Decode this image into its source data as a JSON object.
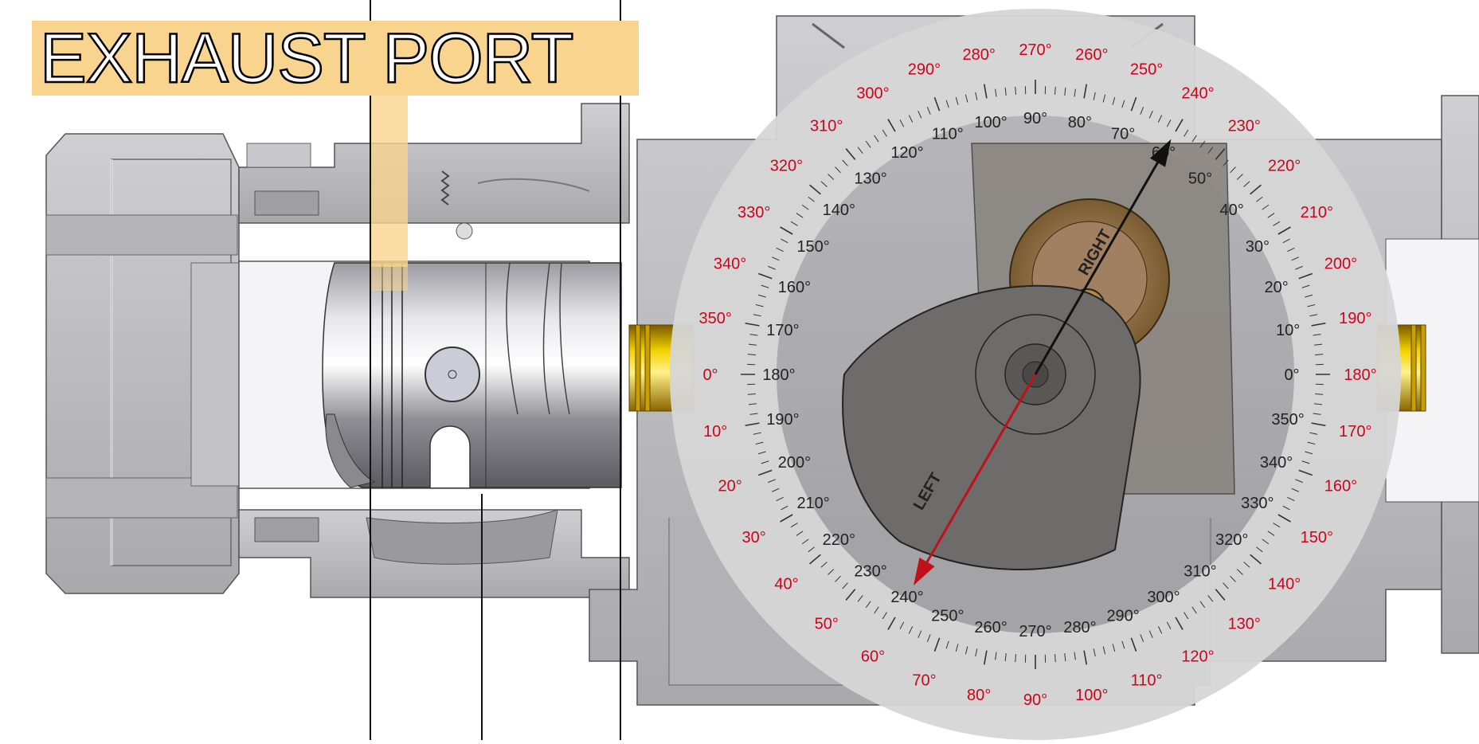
{
  "title": "EXHAUST PORT",
  "dial": {
    "outer_scale": {
      "color": "#d0021b",
      "labels": [
        "0°",
        "10°",
        "20°",
        "30°",
        "40°",
        "50°",
        "60°",
        "70°",
        "80°",
        "90°",
        "100°",
        "110°",
        "120°",
        "130°",
        "140°",
        "150°",
        "160°",
        "170°",
        "180°",
        "190°",
        "200°",
        "210°",
        "220°",
        "230°",
        "240°",
        "250°",
        "260°",
        "270°",
        "280°",
        "290°",
        "300°",
        "310°",
        "320°",
        "330°",
        "340°",
        "350°"
      ]
    },
    "inner_scale": {
      "color": "#222222",
      "labels": [
        "0°",
        "10°",
        "20°",
        "30°",
        "40°",
        "50°",
        "60°",
        "70°",
        "80°",
        "90°",
        "100°",
        "110°",
        "120°",
        "130°",
        "140°",
        "150°",
        "160°",
        "170°",
        "180°",
        "190°",
        "200°",
        "210°",
        "220°",
        "230°",
        "240°",
        "250°",
        "260°",
        "270°",
        "280°",
        "290°",
        "300°",
        "310°",
        "320°",
        "330°",
        "340°",
        "350°"
      ]
    },
    "hands": {
      "right": {
        "label": "RIGHT",
        "color": "#111111",
        "angle_deg": 60
      },
      "left": {
        "label": "LEFT",
        "color": "#c0101a",
        "angle_deg": 240
      }
    }
  },
  "colors": {
    "highlight": "#f8d48e",
    "metal": "#b8b8bc",
    "metal_dark": "#8a8a8e",
    "brass": "#e0b400",
    "ring": "#d4d4d4"
  }
}
